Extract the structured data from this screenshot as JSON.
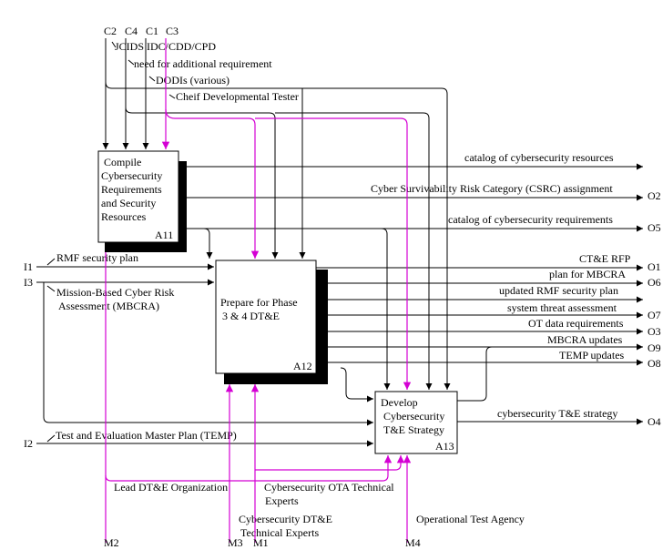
{
  "colors": {
    "line": "#000000",
    "mechanism": "#d400d4",
    "box_fill": "#ffffff",
    "shadow": "#000000"
  },
  "controls": {
    "codes": [
      "C2",
      "C4",
      "C1",
      "C3"
    ],
    "c4_label": "JCIDS IDC/CDD/CPD",
    "c1_label": "need for additional requirement",
    "c3_label": "DODIs (various)",
    "c2_label": "Cheif Developmental Tester"
  },
  "inputs": {
    "i1": {
      "code": "I1",
      "label": "RMF security plan"
    },
    "i3": {
      "code": "I3",
      "label_line1": "Mission-Based Cyber Risk",
      "label_line2": "Assessment (MBCRA)"
    },
    "i2": {
      "code": "I2",
      "label": "Test and Evaluation Master Plan (TEMP)"
    }
  },
  "activities": {
    "a11": {
      "line1": "Compile",
      "line2": "Cybersecurity",
      "line3": "Requirements",
      "line4": "and Security",
      "line5": "Resources",
      "node": "A11"
    },
    "a12": {
      "line1": "Prepare for Phase",
      "line2": "3 & 4 DT&E",
      "node": "A12"
    },
    "a13": {
      "line1": "Develop",
      "line2": "Cybersecurity",
      "line3": "T&E Strategy",
      "node": "A13"
    }
  },
  "outputs": {
    "catalog_resources": "catalog of cybersecurity resources",
    "csrc": {
      "label": "Cyber Survivability Risk Category (CSRC) assignment",
      "code": "O2"
    },
    "catalog_requirements": {
      "label": "catalog of cybersecurity requirements",
      "code": "O5"
    },
    "ctande_rfp": {
      "label": "CT&E RFP",
      "code": "O1"
    },
    "mbcra_plan": {
      "label": "plan for MBCRA",
      "code": "O6"
    },
    "updated_rmf": {
      "label": "updated RMF security plan",
      "code": ""
    },
    "threat": {
      "label": "system threat assessment",
      "code": "O7"
    },
    "ot_data": {
      "label": "OT data requirements",
      "code": "O3"
    },
    "mbcra_updates": {
      "label": "MBCRA updates",
      "code": "O9"
    },
    "temp_updates": {
      "label": "TEMP updates",
      "code": "O8"
    },
    "strategy": {
      "label": "cybersecurity T&E strategy",
      "code": "O4"
    }
  },
  "mechanisms": {
    "m2": {
      "code": "M2",
      "label": "Lead DT&E Organization"
    },
    "m3": {
      "code": "M3",
      "label_line1": "Cybersecurity DT&E",
      "label_line2": "Technical Experts"
    },
    "m1": {
      "code": "M1",
      "label_line1": "Cybersecurity OTA Technical",
      "label_line2": "Experts"
    },
    "m4": {
      "code": "M4",
      "label": "Operational Test Agency"
    }
  }
}
